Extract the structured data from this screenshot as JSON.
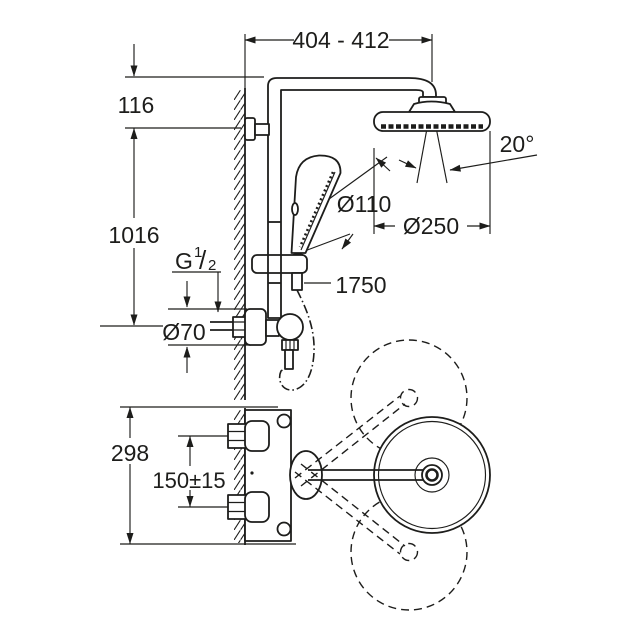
{
  "colors": {
    "background": "#ffffff",
    "line": "#1d1d1b"
  },
  "dimensions": {
    "arm_reach": "404 - 412",
    "wall_to_arm_top": "116",
    "rail_height": "1016",
    "thread": {
      "g": "G",
      "sup": "1",
      "slash": "/",
      "sub": "2"
    },
    "escutcheon_diameter": "Ø70",
    "hose_length": "1750",
    "hand_shower_diameter": "Ø110",
    "head_shower_diameter": "Ø250",
    "spray_angle": "20°",
    "thermostat_height": "298",
    "supply_centres": "150±15"
  }
}
